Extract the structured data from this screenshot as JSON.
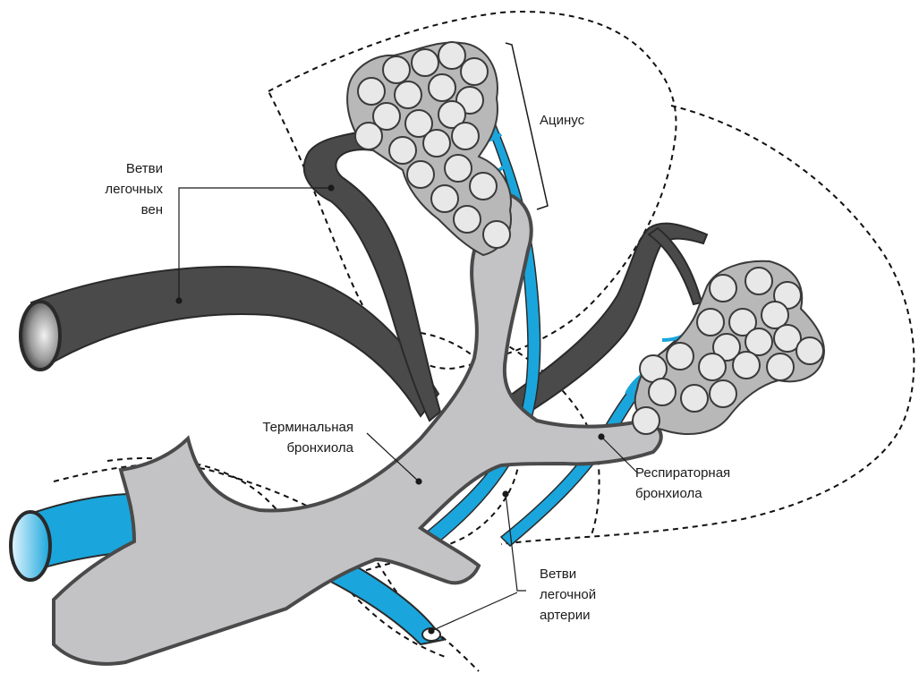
{
  "labels": {
    "veins": [
      "Ветви",
      "легочных",
      "вен"
    ],
    "acinus": "Ацинус",
    "terminal": [
      "Терминальная",
      "бронхиола"
    ],
    "respiratory": [
      "Респираторная",
      "бронхиола"
    ],
    "artery": [
      "Ветви",
      "легочной",
      "артерии"
    ]
  },
  "colors": {
    "airway": "#c3c3c5",
    "airway_outline": "#4a4a4a",
    "vein": "#4a4a4a",
    "artery": "#1aa6dc",
    "alveolus": "#e8e8e8"
  }
}
